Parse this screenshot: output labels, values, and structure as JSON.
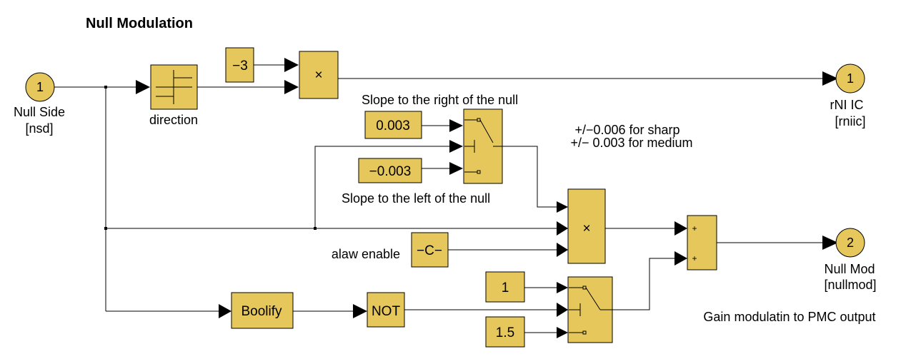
{
  "title": "Null Modulation",
  "inports": [
    {
      "number": "1",
      "name": "Null Side",
      "signal": "[nsd]"
    }
  ],
  "outports": [
    {
      "number": "1",
      "name": "rNI IC",
      "signal": "[rniic]"
    },
    {
      "number": "2",
      "name": "Null Mod",
      "signal": "[nullmod]"
    }
  ],
  "blocks": {
    "sign_label": "direction",
    "const_neg3": "−3",
    "mult_symbol": "×",
    "const_pos": "0.003",
    "const_neg": "−0.003",
    "const_c": "−C−",
    "boolify": "Boolify",
    "not": "NOT",
    "const_1": "1",
    "const_15": "1.5",
    "sum_plus": "+"
  },
  "annotations": {
    "slope_right": "Slope to the right of the null",
    "slope_left": "Slope to the left of the null",
    "note_sharp": "+/−0.006 for sharp",
    "note_medium": "+/− 0.003 for medium",
    "alaw_enable": "alaw enable",
    "gain_note": "Gain modulatin to PMC output"
  }
}
